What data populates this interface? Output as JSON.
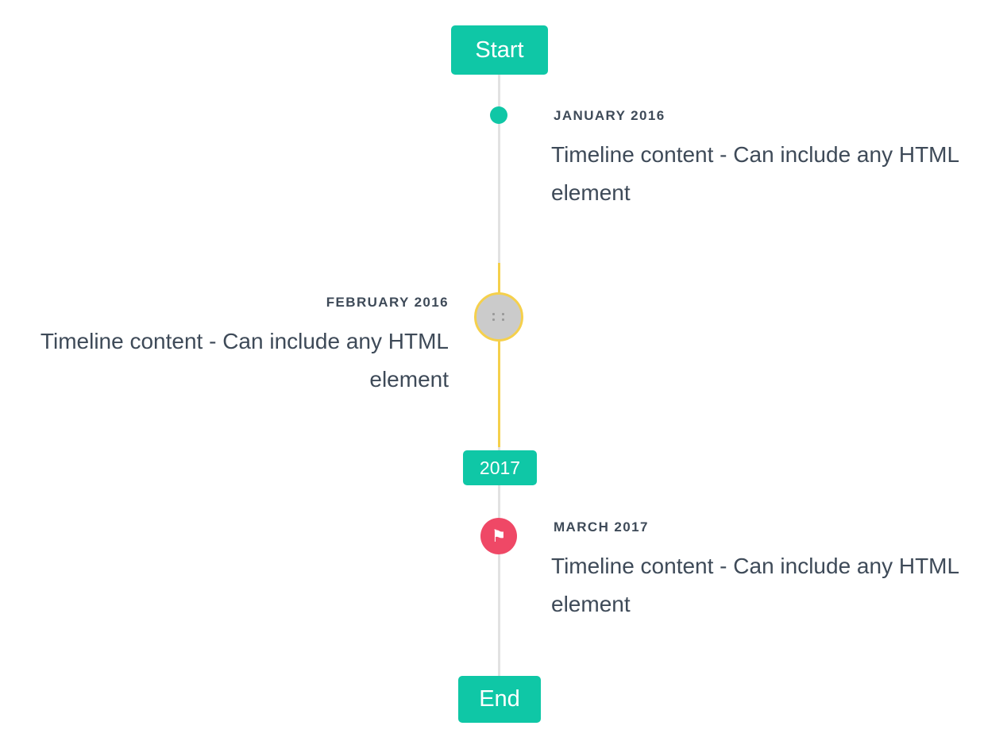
{
  "timeline": {
    "start_label": "Start",
    "year_badge_label": "2017",
    "end_label": "End",
    "flag_icon_glyph": "⚑",
    "items": [
      {
        "title": "JANUARY 2016",
        "content": "Timeline content - Can include any HTML element",
        "side": "right",
        "marker": "teal-dot"
      },
      {
        "title": "FEBRUARY 2016",
        "content": "Timeline content - Can include any HTML element",
        "side": "left",
        "marker": "gray-image-circle-highlighted"
      },
      {
        "title": "MARCH 2017",
        "content": "Timeline content - Can include any HTML element",
        "side": "right",
        "marker": "red-flag-circle"
      }
    ],
    "colors": {
      "accent_teal": "#0fc7a6",
      "highlight_yellow": "#f5d04c",
      "flag_red": "#ef4866",
      "line_gray": "#e2e2e2",
      "marker_gray": "#cbcbcb",
      "text": "#3e4a58",
      "badge_text": "#ffffff"
    }
  }
}
